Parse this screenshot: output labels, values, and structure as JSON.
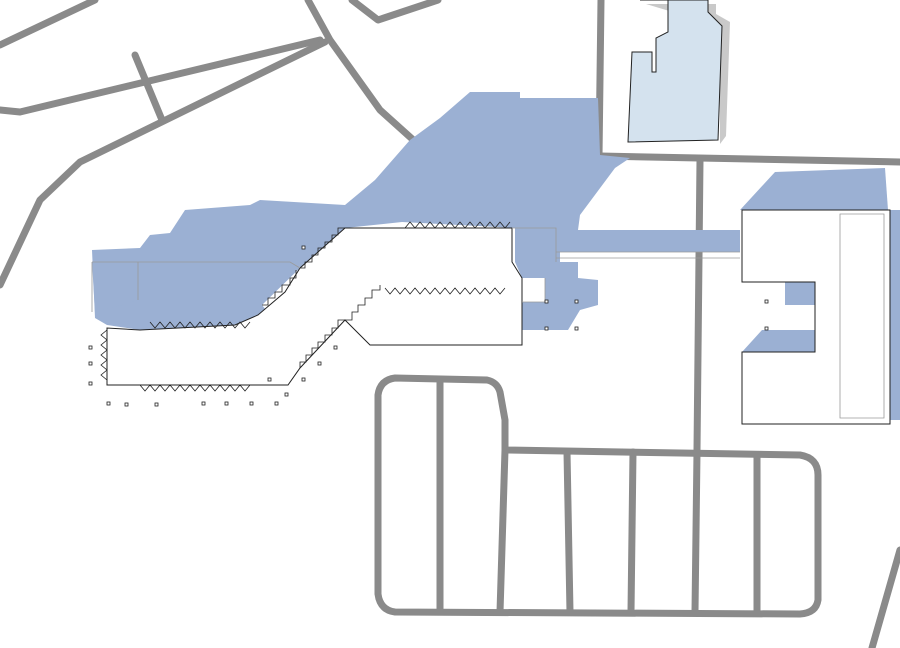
{
  "colors": {
    "road": "#8a8a8a",
    "shadow": "#9bb0d3",
    "highlight_building_fill": "#d4e2ee",
    "highlight_building_shadow": "#c9c9c9",
    "outline": "#222222",
    "outline_light": "#9a9a9a",
    "background": "#ffffff"
  },
  "layers": [
    {
      "name": "roads",
      "icon": "road-line"
    },
    {
      "name": "shadows",
      "icon": "shadow-area"
    },
    {
      "name": "buildings",
      "icon": "building-outline"
    }
  ]
}
